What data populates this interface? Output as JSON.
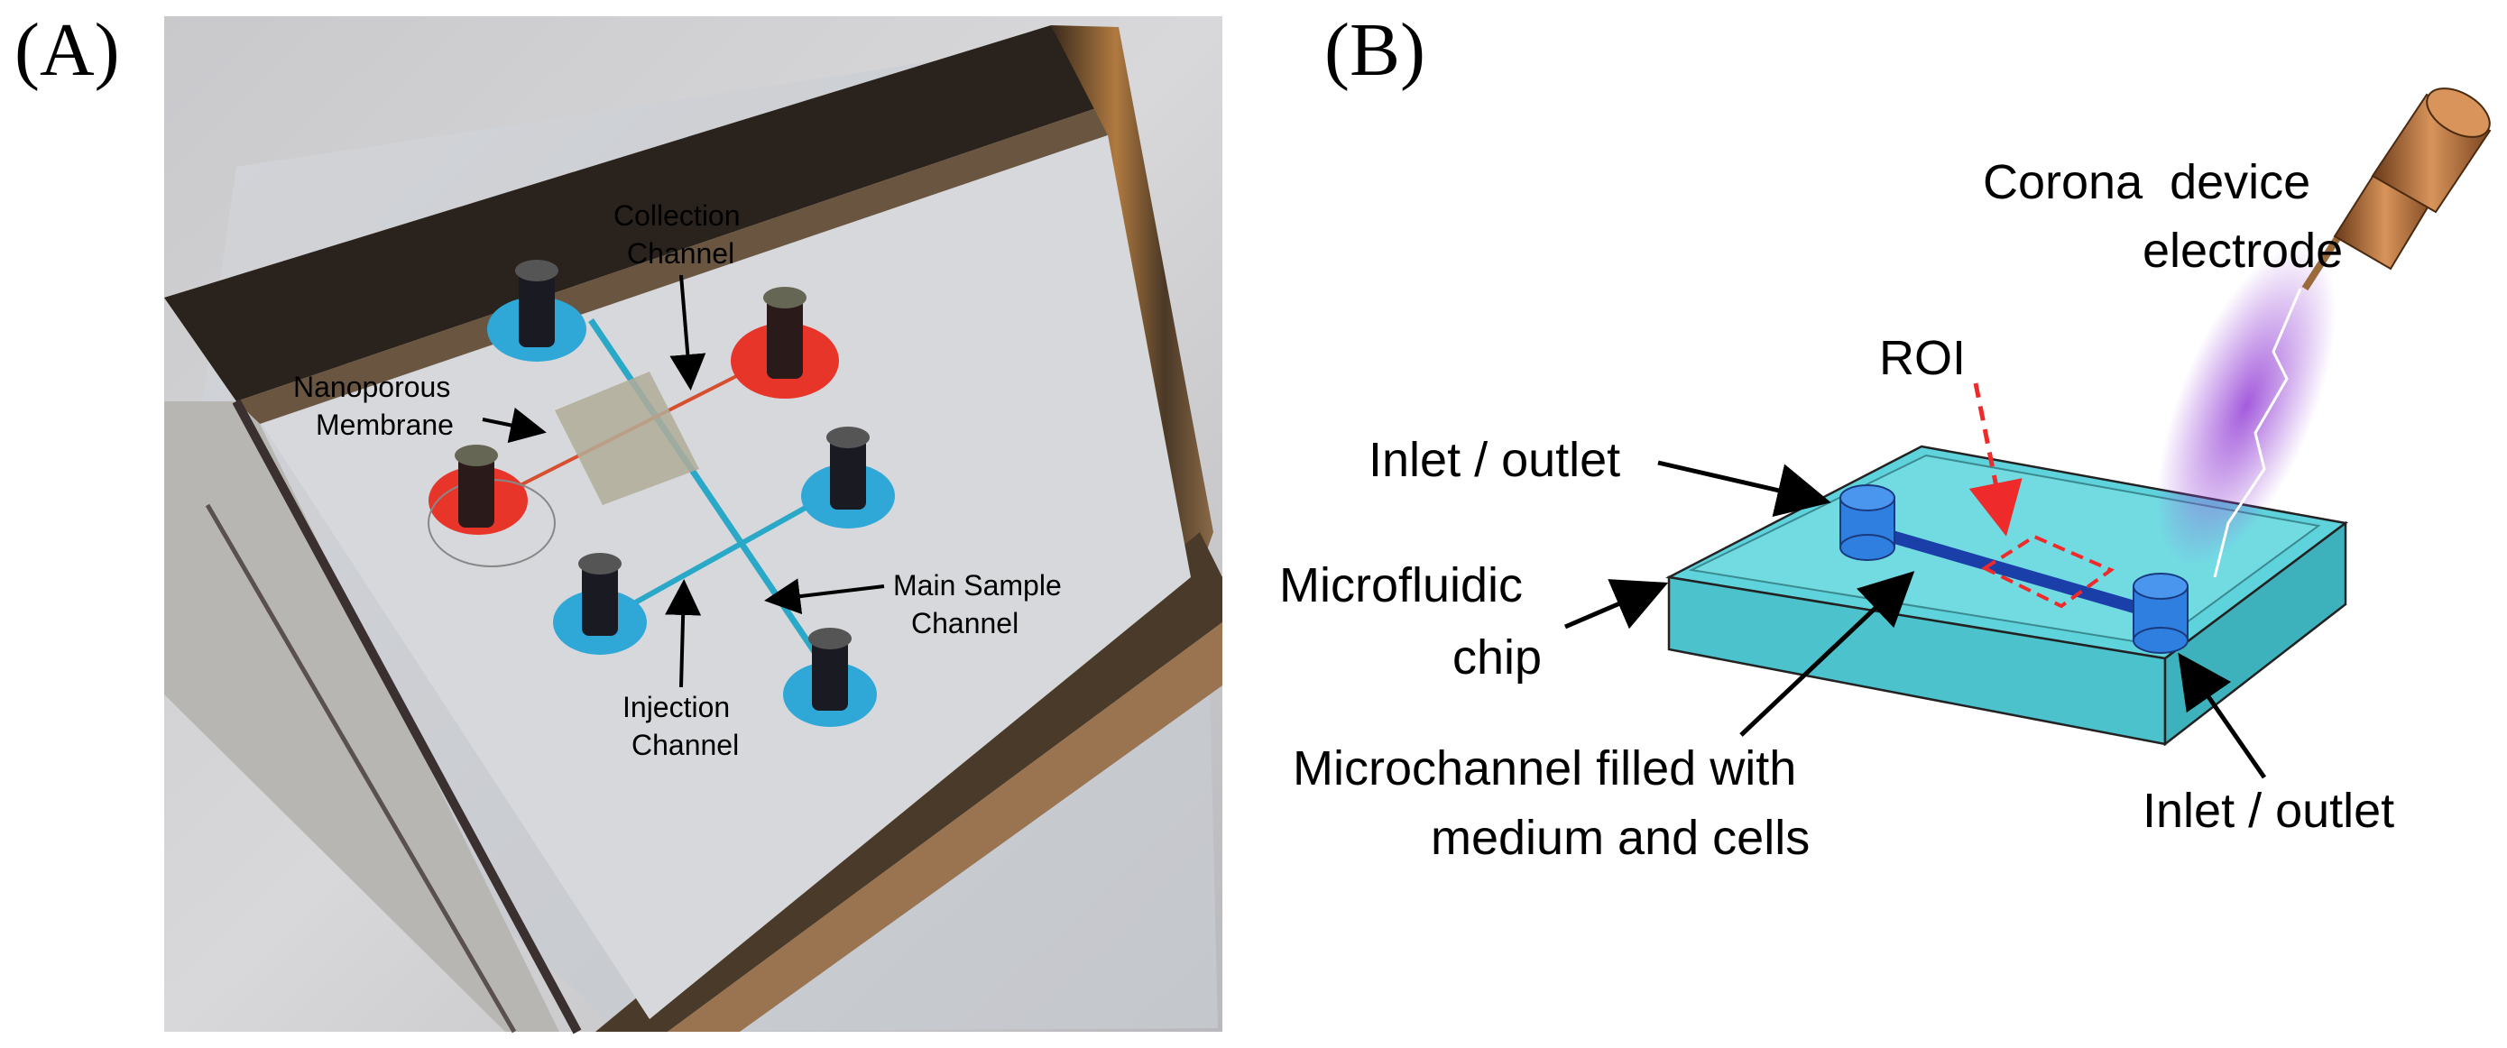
{
  "panels": {
    "a": {
      "letter": "(A)",
      "labels": {
        "collection_line1": "Collection",
        "collection_line2": "Channel",
        "nanoporous_line1": "Nanoporous",
        "nanoporous_line2": "Membrane",
        "main_line1": "Main Sample",
        "main_line2": "Channel",
        "injection_line1": "Injection",
        "injection_line2": "Channel"
      }
    },
    "b": {
      "letter": "(B)",
      "labels": {
        "corona_line1": "Corona  device",
        "corona_line2": "electrode",
        "roi": "ROI",
        "inlet_left": "Inlet / outlet",
        "chip_line1": "Microfluidic",
        "chip_line2": "chip",
        "micro_line1": "Microchannel filled with",
        "micro_line2": "medium and cells",
        "inlet_right": "Inlet / outlet"
      }
    }
  },
  "colors": {
    "chip_fill": "#5fd3dc",
    "channel_blue": "#1a3fa8",
    "port_blue": "#2f7fe0",
    "roi_red": "#ee2a2a",
    "plasma_purple": "#8a3cc8",
    "electrode_copper": "#b8743e",
    "membrane_red": "#e8352a",
    "port_cyan": "#2fa8d8"
  }
}
